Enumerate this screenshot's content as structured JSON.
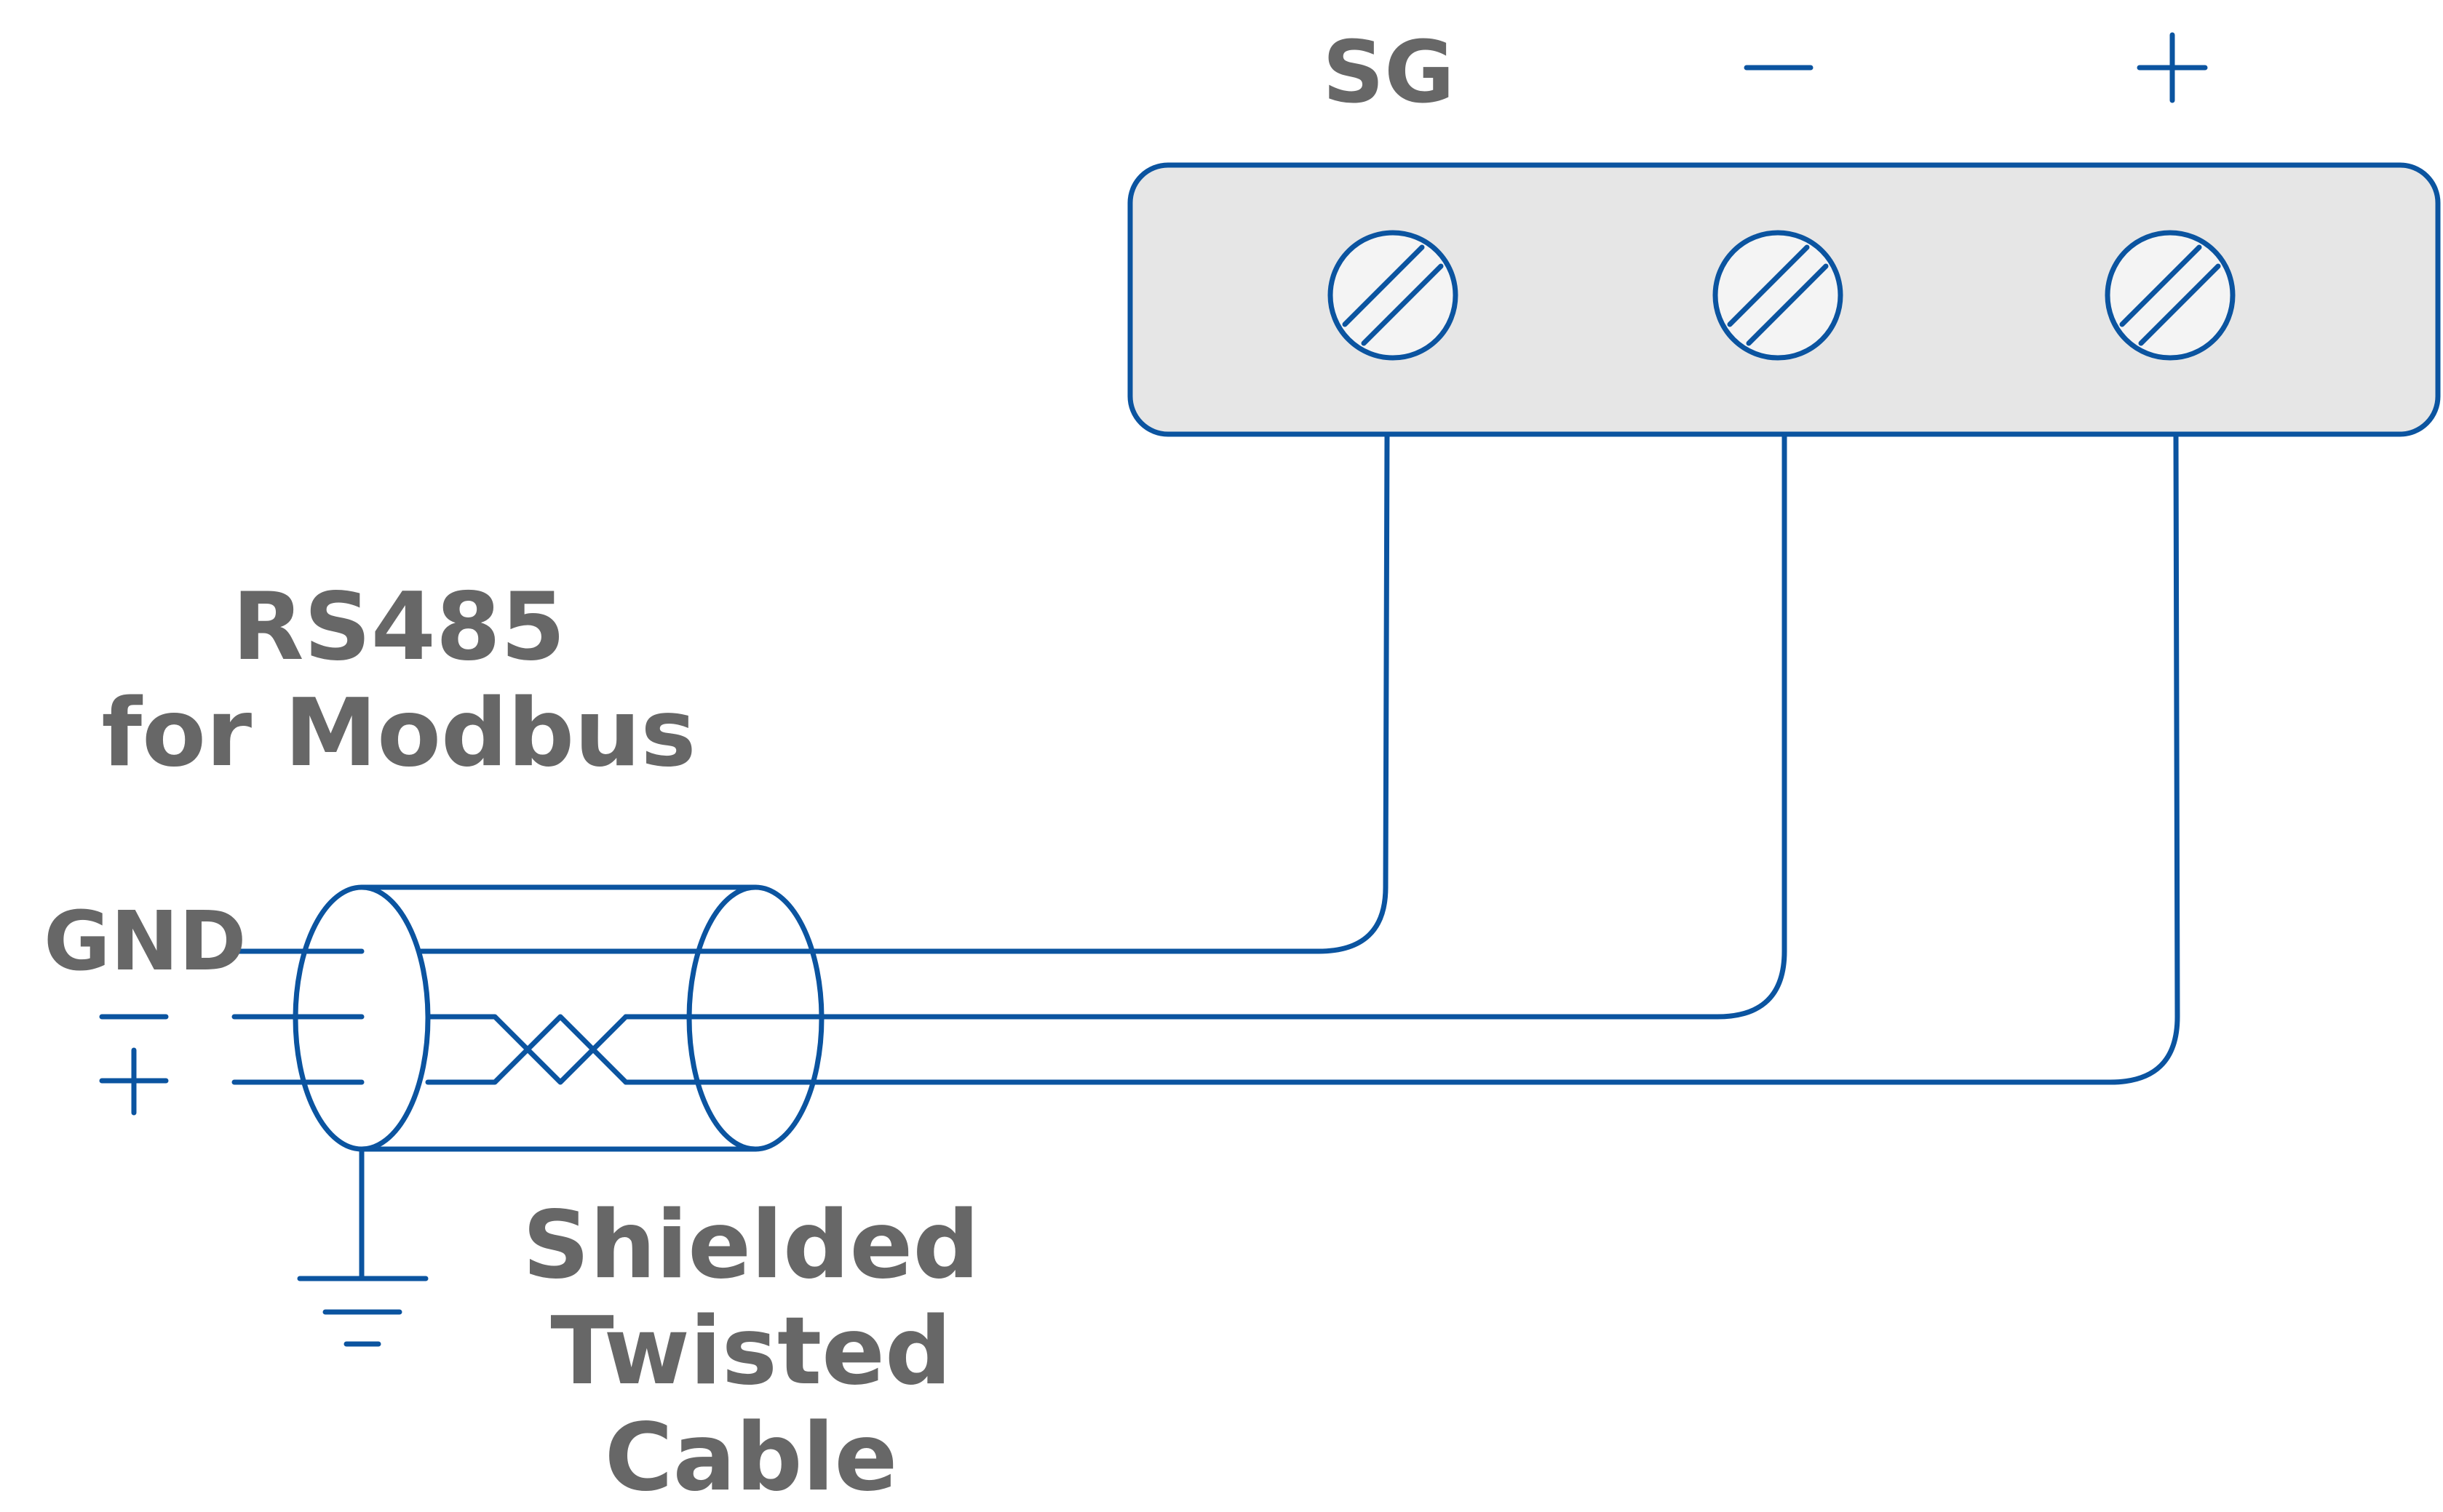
{
  "terminal_block": {
    "terminals": [
      {
        "label": "SG"
      },
      {
        "label": "−"
      },
      {
        "label": "+"
      }
    ]
  },
  "rs485": {
    "line1": "RS485",
    "line2": "for Modbus"
  },
  "cable_ends": {
    "labels": [
      "GND",
      "−",
      "+"
    ]
  },
  "cable": {
    "line1": "Shielded",
    "line2": "Twisted",
    "line3": "Cable"
  },
  "colors": {
    "stroke": "#0b54a0",
    "label_text": "#676767",
    "block_fill": "#e6e6e6",
    "screw_fill": "#f4f4f4"
  }
}
